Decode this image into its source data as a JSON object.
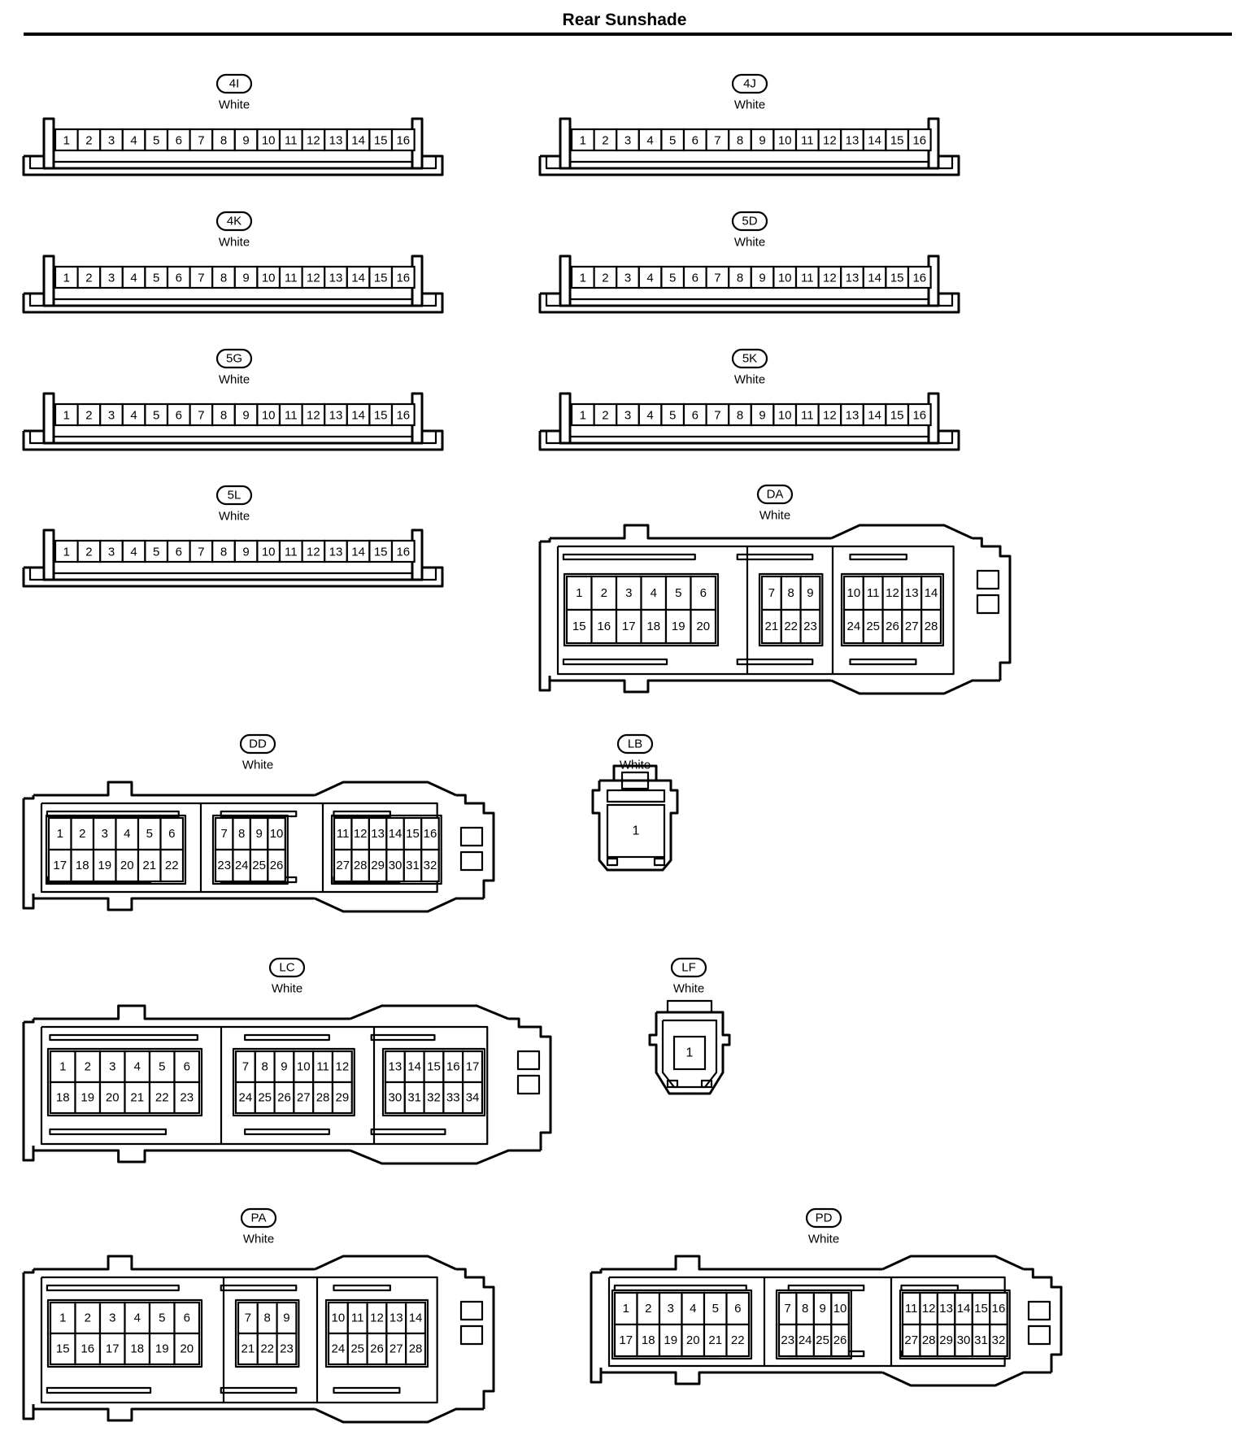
{
  "title": "Rear Sunshade",
  "connectors": [
    {
      "id": "4I",
      "color": "White",
      "type": "strip16",
      "pins": [
        "1",
        "2",
        "3",
        "4",
        "5",
        "6",
        "7",
        "8",
        "9",
        "10",
        "11",
        "12",
        "13",
        "14",
        "15",
        "16"
      ]
    },
    {
      "id": "4J",
      "color": "White",
      "type": "strip16",
      "pins": [
        "1",
        "2",
        "3",
        "4",
        "5",
        "6",
        "7",
        "8",
        "9",
        "10",
        "11",
        "12",
        "13",
        "14",
        "15",
        "16"
      ]
    },
    {
      "id": "4K",
      "color": "White",
      "type": "strip16",
      "pins": [
        "1",
        "2",
        "3",
        "4",
        "5",
        "6",
        "7",
        "8",
        "9",
        "10",
        "11",
        "12",
        "13",
        "14",
        "15",
        "16"
      ]
    },
    {
      "id": "5D",
      "color": "White",
      "type": "strip16",
      "pins": [
        "1",
        "2",
        "3",
        "4",
        "5",
        "6",
        "7",
        "8",
        "9",
        "10",
        "11",
        "12",
        "13",
        "14",
        "15",
        "16"
      ]
    },
    {
      "id": "5G",
      "color": "White",
      "type": "strip16",
      "pins": [
        "1",
        "2",
        "3",
        "4",
        "5",
        "6",
        "7",
        "8",
        "9",
        "10",
        "11",
        "12",
        "13",
        "14",
        "15",
        "16"
      ]
    },
    {
      "id": "5K",
      "color": "White",
      "type": "strip16",
      "pins": [
        "1",
        "2",
        "3",
        "4",
        "5",
        "6",
        "7",
        "8",
        "9",
        "10",
        "11",
        "12",
        "13",
        "14",
        "15",
        "16"
      ]
    },
    {
      "id": "5L",
      "color": "White",
      "type": "strip16",
      "pins": [
        "1",
        "2",
        "3",
        "4",
        "5",
        "6",
        "7",
        "8",
        "9",
        "10",
        "11",
        "12",
        "13",
        "14",
        "15",
        "16"
      ]
    },
    {
      "id": "DA",
      "color": "White",
      "type": "block28",
      "groups": [
        {
          "rows": [
            [
              "1",
              "2",
              "3",
              "4",
              "5",
              "6"
            ],
            [
              "15",
              "16",
              "17",
              "18",
              "19",
              "20"
            ]
          ]
        },
        {
          "rows": [
            [
              "7",
              "8",
              "9"
            ],
            [
              "21",
              "22",
              "23"
            ]
          ]
        },
        {
          "rows": [
            [
              "10",
              "11",
              "12",
              "13",
              "14"
            ],
            [
              "24",
              "25",
              "26",
              "27",
              "28"
            ]
          ]
        }
      ]
    },
    {
      "id": "DD",
      "color": "White",
      "type": "block32",
      "groups": [
        {
          "rows": [
            [
              "1",
              "2",
              "3",
              "4",
              "5",
              "6"
            ],
            [
              "17",
              "18",
              "19",
              "20",
              "21",
              "22"
            ]
          ]
        },
        {
          "rows": [
            [
              "7",
              "8",
              "9",
              "10"
            ],
            [
              "23",
              "24",
              "25",
              "26"
            ]
          ]
        },
        {
          "rows": [
            [
              "11",
              "12",
              "13",
              "14",
              "15",
              "16"
            ],
            [
              "27",
              "28",
              "29",
              "30",
              "31",
              "32"
            ]
          ]
        }
      ]
    },
    {
      "id": "LB",
      "color": "White",
      "type": "single",
      "pins": [
        "1"
      ]
    },
    {
      "id": "LC",
      "color": "White",
      "type": "block34",
      "groups": [
        {
          "rows": [
            [
              "1",
              "2",
              "3",
              "4",
              "5",
              "6"
            ],
            [
              "18",
              "19",
              "20",
              "21",
              "22",
              "23"
            ]
          ]
        },
        {
          "rows": [
            [
              "7",
              "8",
              "9",
              "10",
              "11",
              "12"
            ],
            [
              "24",
              "25",
              "26",
              "27",
              "28",
              "29"
            ]
          ]
        },
        {
          "rows": [
            [
              "13",
              "14",
              "15",
              "16",
              "17"
            ],
            [
              "30",
              "31",
              "32",
              "33",
              "34"
            ]
          ]
        }
      ]
    },
    {
      "id": "LF",
      "color": "White",
      "type": "single-round",
      "pins": [
        "1"
      ]
    },
    {
      "id": "PA",
      "color": "White",
      "type": "block28",
      "groups": [
        {
          "rows": [
            [
              "1",
              "2",
              "3",
              "4",
              "5",
              "6"
            ],
            [
              "15",
              "16",
              "17",
              "18",
              "19",
              "20"
            ]
          ]
        },
        {
          "rows": [
            [
              "7",
              "8",
              "9"
            ],
            [
              "21",
              "22",
              "23"
            ]
          ]
        },
        {
          "rows": [
            [
              "10",
              "11",
              "12",
              "13",
              "14"
            ],
            [
              "24",
              "25",
              "26",
              "27",
              "28"
            ]
          ]
        }
      ]
    },
    {
      "id": "PD",
      "color": "White",
      "type": "block32",
      "groups": [
        {
          "rows": [
            [
              "1",
              "2",
              "3",
              "4",
              "5",
              "6"
            ],
            [
              "17",
              "18",
              "19",
              "20",
              "21",
              "22"
            ]
          ]
        },
        {
          "rows": [
            [
              "7",
              "8",
              "9",
              "10"
            ],
            [
              "23",
              "24",
              "25",
              "26"
            ]
          ]
        },
        {
          "rows": [
            [
              "11",
              "12",
              "13",
              "14",
              "15",
              "16"
            ],
            [
              "27",
              "28",
              "29",
              "30",
              "31",
              "32"
            ]
          ]
        }
      ]
    }
  ]
}
